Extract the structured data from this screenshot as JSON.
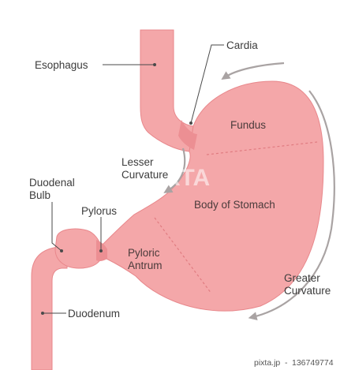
{
  "diagram": {
    "labels": {
      "esophagus": "Esophagus",
      "cardia": "Cardia",
      "fundus": "Fundus",
      "lesser_curvature_1": "Lesser",
      "lesser_curvature_2": "Curvature",
      "duodenal_bulb_1": "Duodenal",
      "duodenal_bulb_2": "Bulb",
      "pylorus": "Pylorus",
      "body_of_stomach": "Body of Stomach",
      "pyloric_antrum_1": "Pyloric",
      "pyloric_antrum_2": "Antrum",
      "greater_curvature_1": "Greater",
      "greater_curvature_2": "Curvature",
      "duodenum": "Duodenum"
    },
    "colors": {
      "organ_fill": "#f4a7a9",
      "organ_edge": "#e8878b",
      "sphincter": "#ec8f93",
      "arrow": "#a9a3a3",
      "leader": "#4a4a4a"
    }
  },
  "watermark": {
    "text": "PIXTA"
  },
  "credit": {
    "site": "pixta.jp",
    "separator": "-",
    "id": "136749774"
  }
}
